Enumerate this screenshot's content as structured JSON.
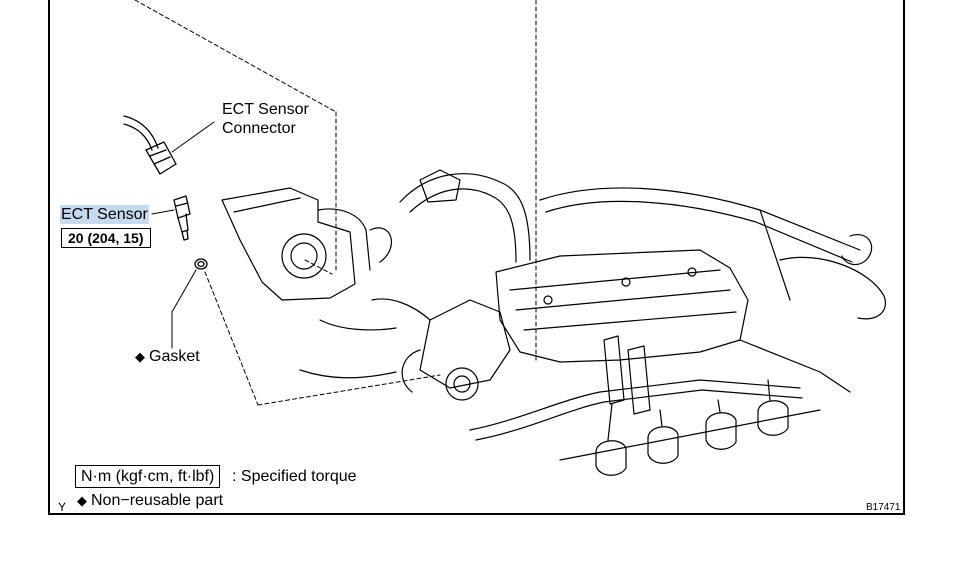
{
  "labels": {
    "connector_line1": "ECT Sensor",
    "connector_line2": "Connector",
    "sensor": "ECT Sensor",
    "torque_value": "20 (204, 15)",
    "gasket": "Gasket",
    "legend_unit_box": "N·m (kgf·cm, ft·lbf)",
    "legend_unit_text": ": Specified torque",
    "legend_nonreusable": "Non−reusable part",
    "figure_code": "B17471",
    "corner_mark": "Y"
  },
  "icons": {
    "nonreusable_symbol": "diamond-icon"
  },
  "colors": {
    "highlight": "#c5daee",
    "line": "#000000",
    "background": "#ffffff"
  }
}
